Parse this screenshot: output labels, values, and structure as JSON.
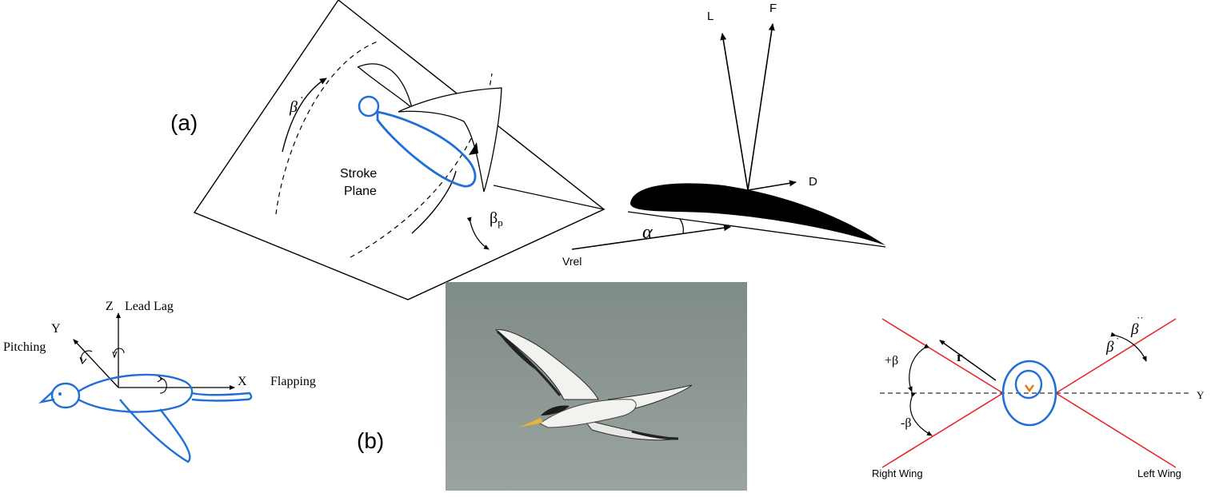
{
  "panel_a": {
    "label": "(a)",
    "stroke_plane": {
      "line1": "Stroke",
      "line2": "Plane"
    },
    "beta_dot": "β",
    "beta_p": "β",
    "beta_p_sub": "p"
  },
  "airfoil": {
    "lift": "L",
    "force": "F",
    "drag": "D",
    "alpha": "α",
    "vrel": "Vrel"
  },
  "bird_axes": {
    "z_label": "Z",
    "lead_lag": "Lead Lag",
    "y_label": "Y",
    "pitching": "Pitching",
    "x_label": "X",
    "flapping": "Flapping"
  },
  "panel_b": {
    "label": "(b)"
  },
  "photo": {
    "sky_color": "#8f9a98",
    "bird_color": "#f2f2ee",
    "beak_color": "#e8b43c"
  },
  "front_view": {
    "r": "r",
    "plus_beta": "+β",
    "minus_beta": "-β",
    "beta_dot": "β",
    "beta_ddot": "β",
    "y_axis": "Y",
    "right_wing": "Right Wing",
    "left_wing": "Left Wing",
    "wing_color": "#e8262c",
    "body_color": "#1f6fd6"
  }
}
